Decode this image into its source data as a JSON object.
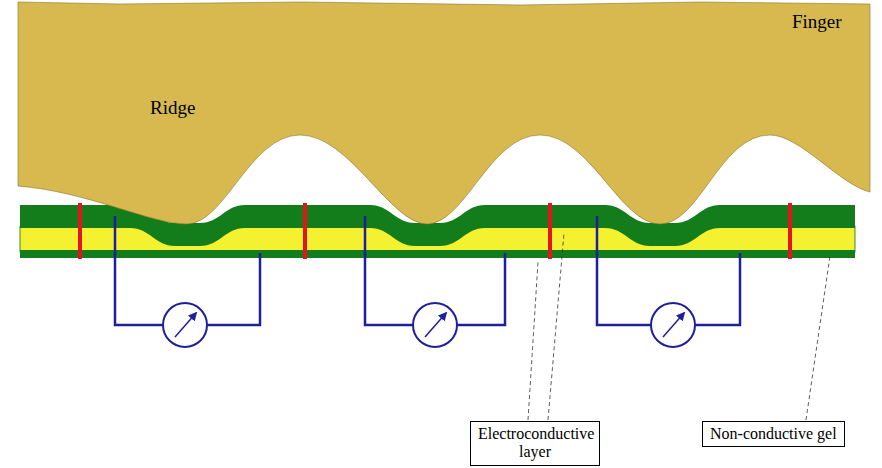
{
  "diagram": {
    "nodes": [
      {
        "text": [
          "Electroconductive layer"
        ]
      },
      {
        "text": [
          "Non-conductive gel"
        ]
      }
    ],
    "labels": [
      "Finger",
      "Ridge"
    ]
  }
}
